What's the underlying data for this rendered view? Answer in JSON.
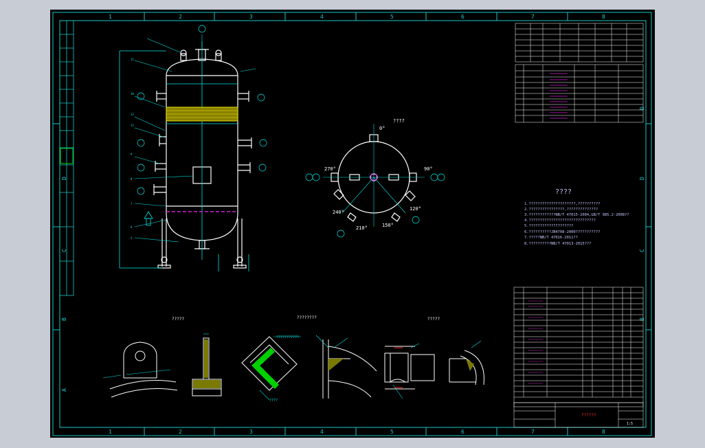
{
  "colors": {
    "background": "#000000",
    "frame": "#18c8c8",
    "drawing": "#ffffff",
    "annotation": "#00e5e5",
    "text": "#ffffff",
    "packing": "#e8e000",
    "notes": "#c8c8ff",
    "magenta": "#d020d0",
    "red": "#ff3030",
    "green": "#00d000"
  },
  "grid": {
    "top_numbers": [
      "1",
      "2",
      "3",
      "4",
      "5",
      "6",
      "7",
      "8"
    ],
    "bottom_numbers": [
      "1",
      "2",
      "3",
      "4",
      "5",
      "6",
      "7",
      "8"
    ],
    "row_letters": [
      "D",
      "C",
      "B",
      "A"
    ]
  },
  "views": {
    "detail1_title": "?????",
    "detail2_title": "????????",
    "detail3_title": "?????",
    "orientation": {
      "label_0": "0°",
      "label_90": "90°",
      "label_120": "120°",
      "label_150": "150°",
      "label_210": "210°",
      "label_240": "240°",
      "label_270": "270°",
      "callout_top": "????"
    },
    "callout_detail2": "???????????",
    "callout_detail2b": "????"
  },
  "notes": {
    "title": "????",
    "lines": [
      "1.?????????????????????,??????????",
      "2.????????????????,??????????????",
      "3.????????????NB/T 47015-2004,GB/T 985.2-2008??",
      "4.??????????????????????????????",
      "5.????????????????????",
      "6.??????????JB4708-2000???????????",
      "7.?????NB/T 47016-2011??",
      "8.??????????NB/T 47013-2015???"
    ]
  },
  "title_block": {
    "name": "??????",
    "scale": "1:5"
  }
}
